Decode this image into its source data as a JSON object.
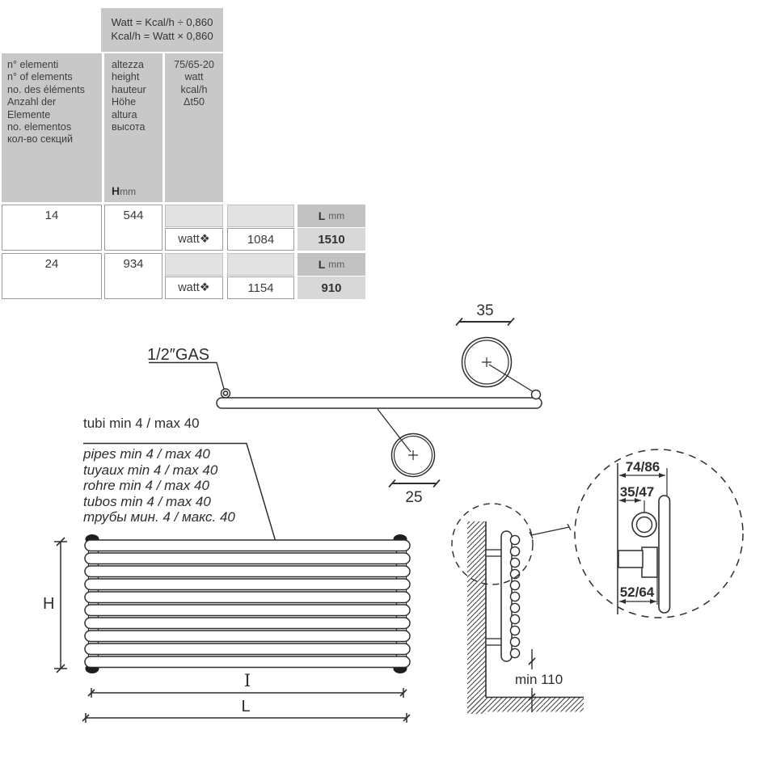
{
  "table": {
    "formulas": [
      "Watt = Kcal/h ÷ 0,860",
      "Kcal/h = Watt × 0,860"
    ],
    "columns": {
      "elements": {
        "lines": [
          "n° elementi",
          "n° of elements",
          "no. des éléments",
          "Anzahl der",
          "Elemente",
          "no. elementos",
          "кол-во секций"
        ]
      },
      "height": {
        "lines": [
          "altezza",
          "height",
          "hauteur",
          "Höhe",
          "altura",
          "высота"
        ],
        "unit_symbol": "H",
        "unit": "mm"
      },
      "power": {
        "lines": [
          "75/65-20",
          "watt",
          "kcal/h",
          "Δt50"
        ]
      }
    },
    "rows": [
      {
        "elements": "14",
        "height_mm": "544",
        "watt_label": "watt❖",
        "watt_value": "1084",
        "length_symbol": "L",
        "length_unit": "mm",
        "length_mm": "1510"
      },
      {
        "elements": "24",
        "height_mm": "934",
        "watt_label": "watt❖",
        "watt_value": "1154",
        "length_symbol": "L",
        "length_unit": "mm",
        "length_mm": "910"
      }
    ]
  },
  "top_view": {
    "connection_label": "1/2″GAS",
    "tube_diameter": "35",
    "collector_diameter": "25"
  },
  "pipes_note": {
    "title": "tubi min 4 / max 40",
    "translations": [
      "pipes min 4 / max 40",
      "tuyaux min 4 / max 40",
      "rohre min 4 / max 40",
      "tubos min 4 / max 40",
      "трубы мин. 4 / макс. 40"
    ]
  },
  "front_view": {
    "height_label": "H",
    "interaxis_label": "I",
    "length_label": "L"
  },
  "side_view": {
    "clearance_label": "min 110",
    "detail": {
      "depth_total": "74/86",
      "depth_axis": "35/47",
      "depth_bracket": "52/64"
    }
  }
}
